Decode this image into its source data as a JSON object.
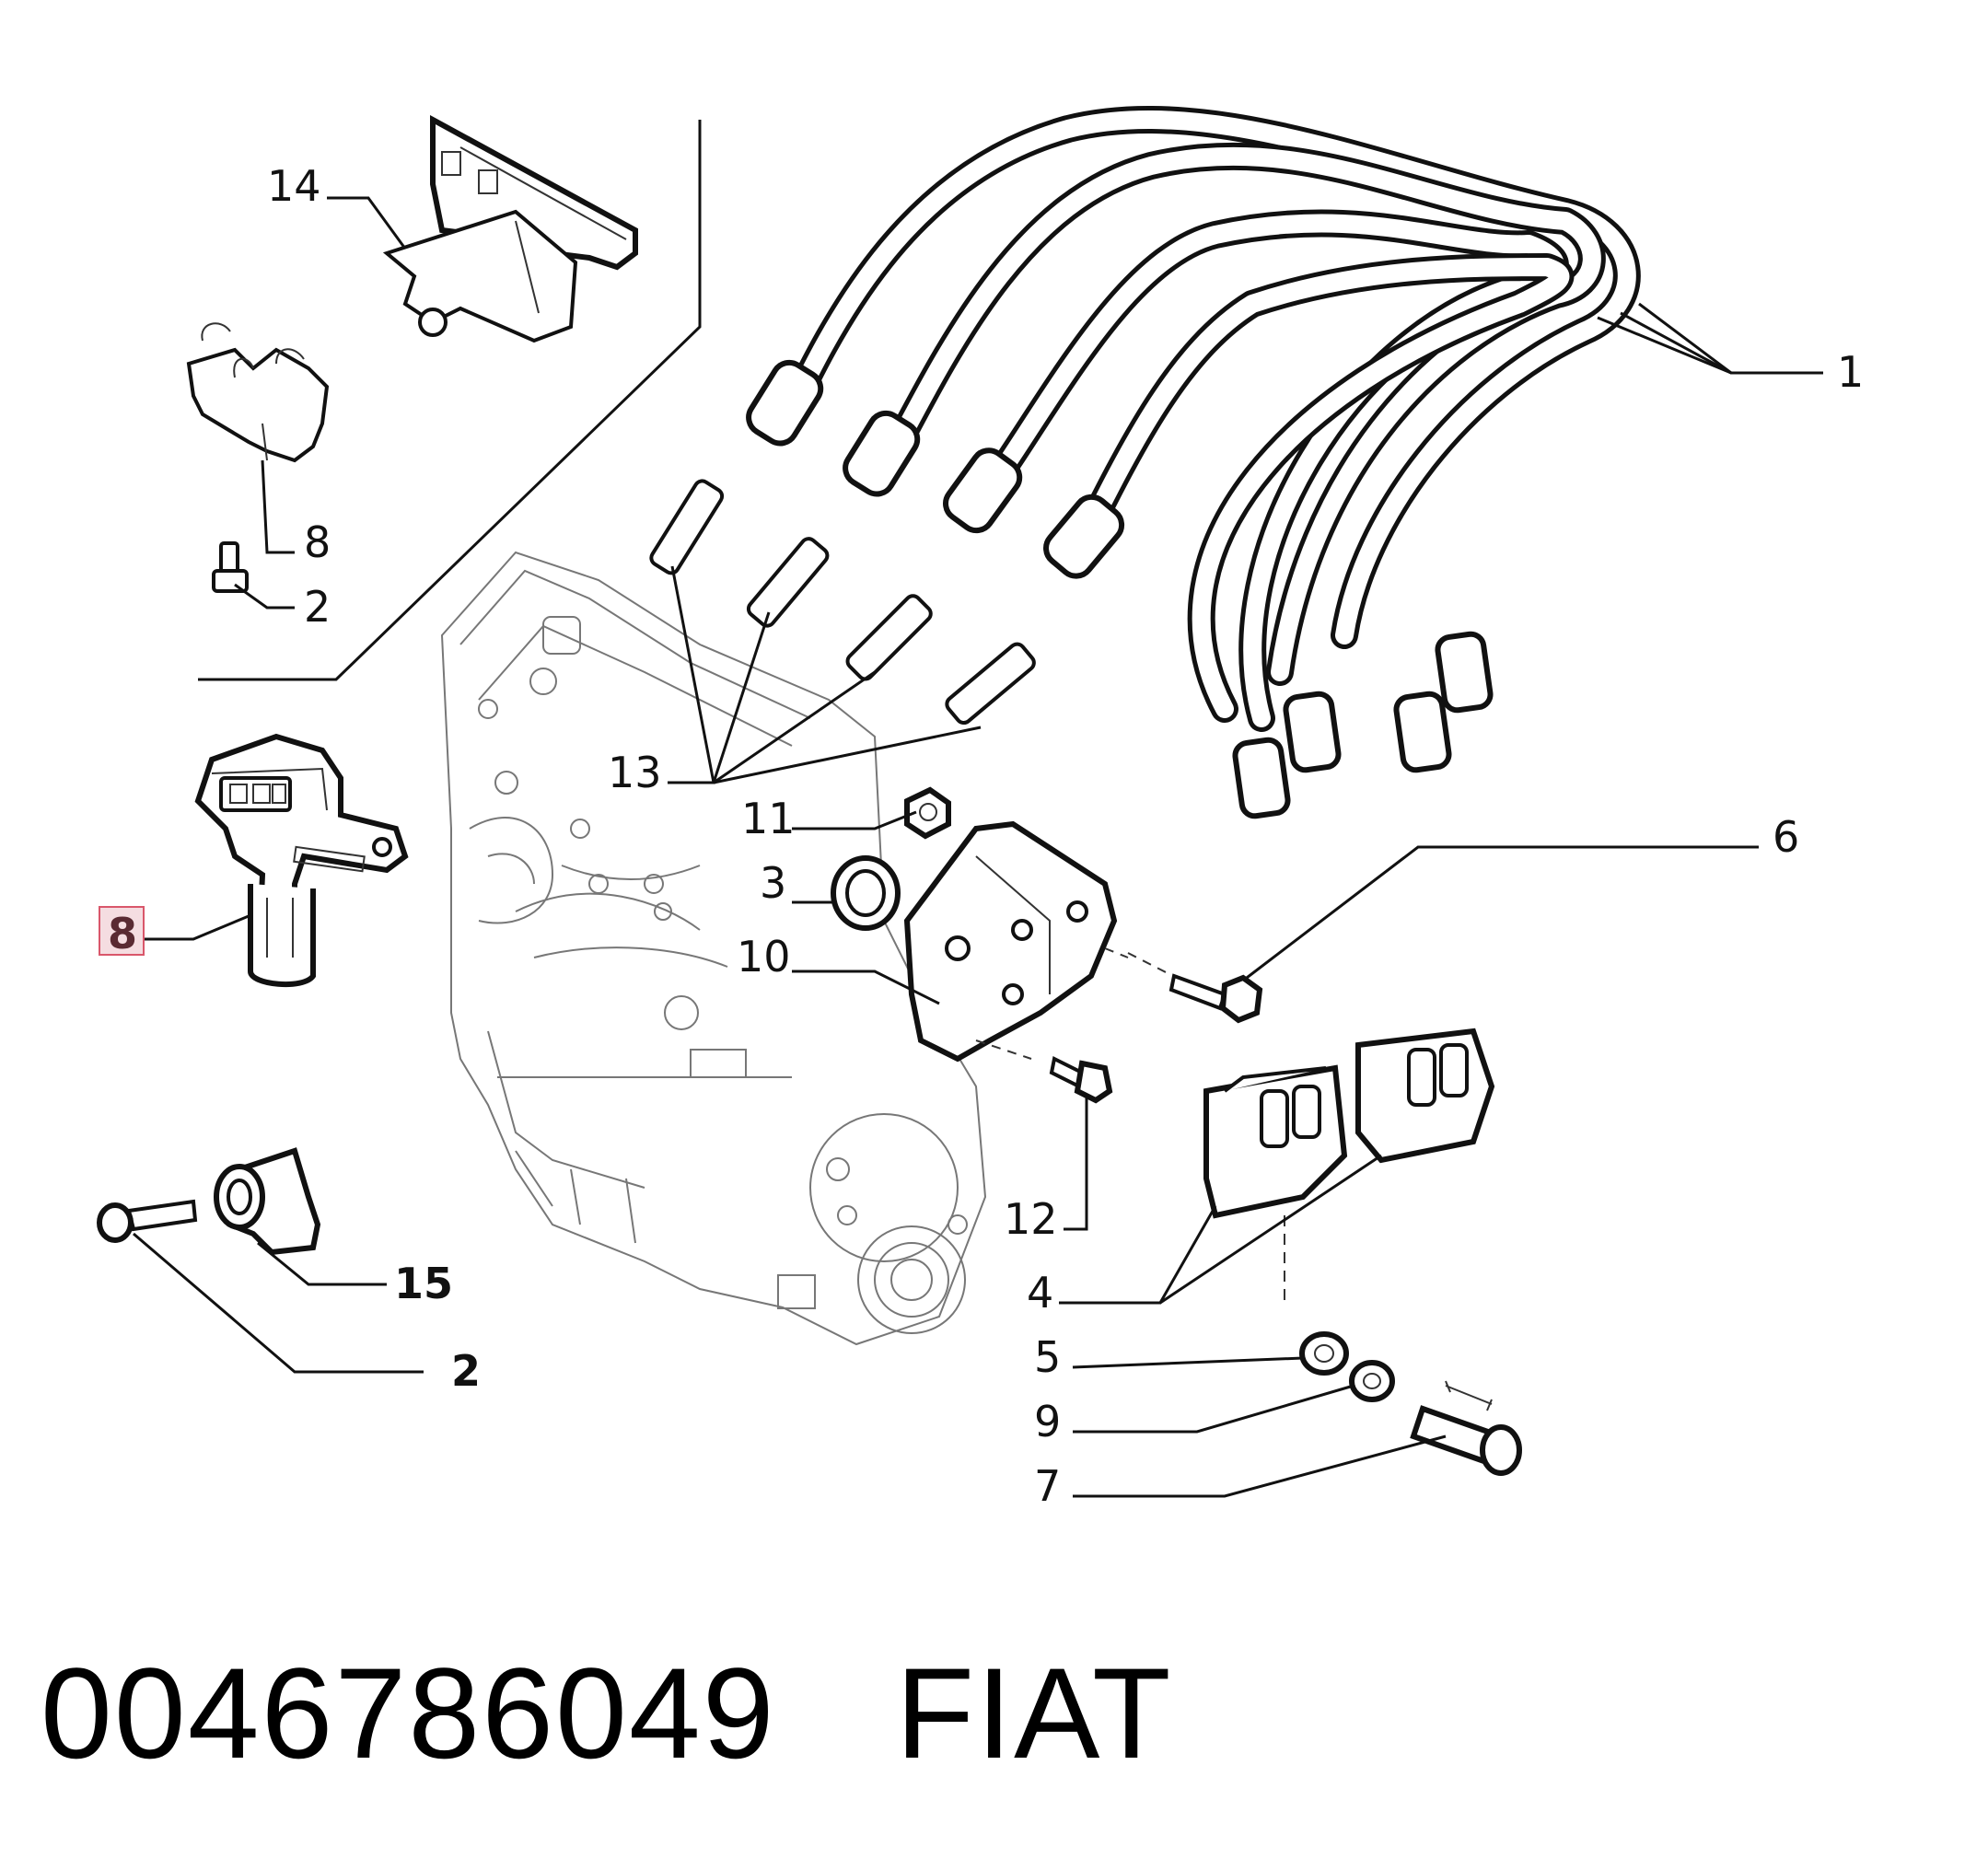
{
  "labels": {
    "l1": "1",
    "l2a": "2",
    "l2b": "2",
    "l3": "3",
    "l4": "4",
    "l5": "5",
    "l6": "6",
    "l7": "7",
    "l8a": "8",
    "l8b": "8",
    "l9": "9",
    "l10": "10",
    "l11": "11",
    "l12": "12",
    "l13": "13",
    "l14": "14",
    "l15": "15"
  },
  "highlight_color": "#e8b4bc",
  "caption": {
    "part_number": "0046786049",
    "brand": "FIAT"
  }
}
